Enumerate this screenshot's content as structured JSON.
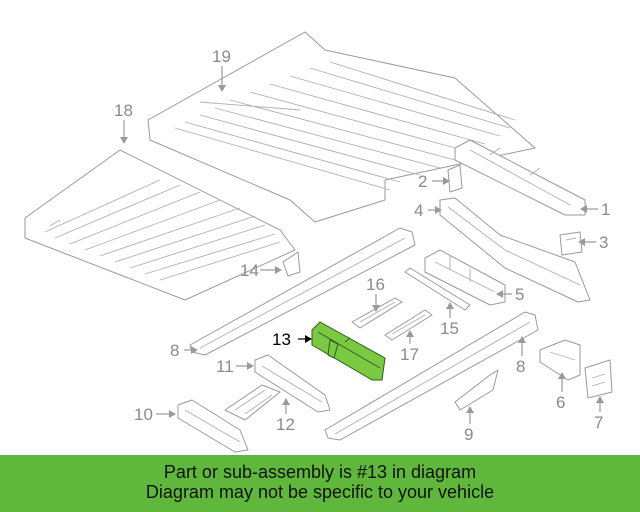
{
  "diagram": {
    "highlighted_callout": "13",
    "highlight_color": "#7ac943",
    "callouts": [
      "1",
      "2",
      "3",
      "4",
      "5",
      "6",
      "7",
      "8",
      "8",
      "9",
      "10",
      "11",
      "12",
      "13",
      "14",
      "15",
      "16",
      "17",
      "18",
      "19"
    ]
  },
  "banner": {
    "line1": "Part or sub-assembly is #13 in diagram",
    "line2": "Diagram may not be specific to your vehicle",
    "background": "#5fb83b"
  }
}
